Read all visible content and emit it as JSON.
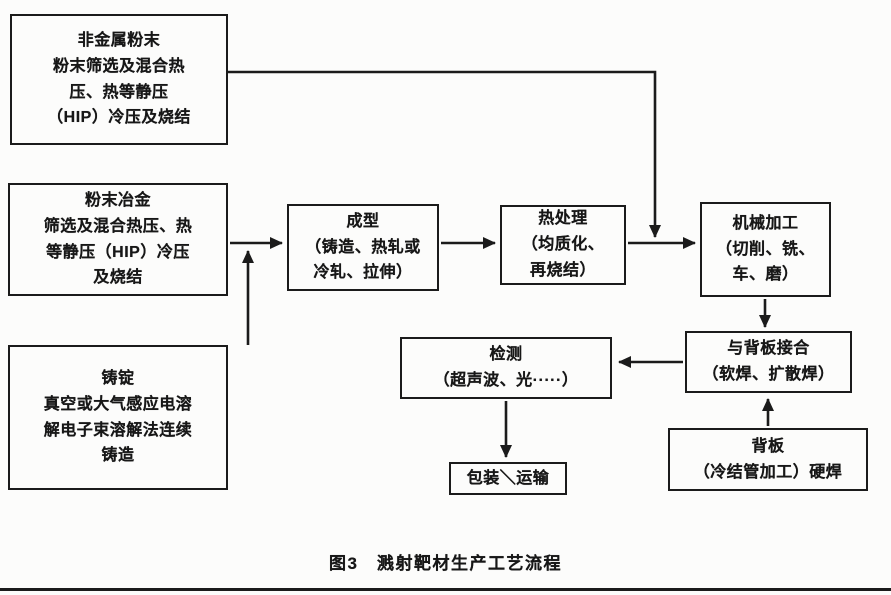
{
  "colors": {
    "ink": "#1b1b1b",
    "paper": "#fcfcfb"
  },
  "boxes": {
    "nonmetal_powder": {
      "lines": [
        "非金属粉末",
        "粉末筛选及混合热",
        "压、热等静压",
        "（HIP）冷压及烧结"
      ]
    },
    "powder_metallurgy": {
      "lines": [
        "粉末冶金",
        "筛选及混合热压、热",
        "等静压（HIP）冷压",
        "及烧结"
      ]
    },
    "ingot": {
      "lines": [
        "铸锭",
        "真空或大气感应电溶",
        "解电子束溶解法连续",
        "铸造"
      ]
    },
    "forming": {
      "lines": [
        "成型",
        "（铸造、热轧或",
        "冷轧、拉伸）"
      ]
    },
    "heat_treatment": {
      "lines": [
        "热处理",
        "（均质化、",
        "再烧结）"
      ]
    },
    "machining": {
      "lines": [
        "机械加工",
        "（切削、铣、",
        "车、磨）"
      ]
    },
    "bonding": {
      "lines": [
        "与背板接合",
        "（软焊、扩散焊）"
      ]
    },
    "backing_plate": {
      "lines": [
        "背板",
        "（冷结管加工）硬焊"
      ]
    },
    "inspection": {
      "lines": [
        "检测",
        "（超声波、光·····）"
      ]
    },
    "packaging": {
      "lines": [
        "包装＼运输"
      ]
    }
  },
  "edges": [
    {
      "from": "nonmetal_powder",
      "to": "machining-input-line"
    },
    {
      "from": "powder_metallurgy",
      "to": "forming"
    },
    {
      "from": "ingot",
      "to": "forming-input-line"
    },
    {
      "from": "forming",
      "to": "heat_treatment"
    },
    {
      "from": "heat_treatment",
      "to": "machining"
    },
    {
      "from": "machining",
      "to": "bonding"
    },
    {
      "from": "bonding",
      "to": "inspection"
    },
    {
      "from": "backing_plate",
      "to": "bonding"
    },
    {
      "from": "inspection",
      "to": "packaging"
    }
  ],
  "caption": "图3　溅射靶材生产工艺流程"
}
